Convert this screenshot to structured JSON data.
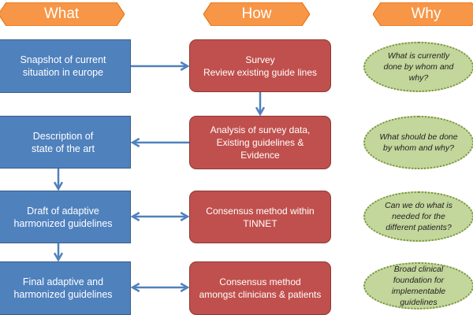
{
  "headers": {
    "what": "What",
    "how": "How",
    "why": "Why"
  },
  "colors": {
    "header_orange": "#f79646",
    "what_blue": "#4f81bd",
    "how_red": "#c0504d",
    "why_green": "#c3d69b",
    "arrow_blue": "#4f81bd"
  },
  "what_boxes": [
    {
      "label": "Snapshot of current situation in europe"
    },
    {
      "label": "Description of state of the art"
    },
    {
      "label": "Draft of adaptive harmonized guidelines"
    },
    {
      "label": "Final adaptive and harmonized guidelines"
    }
  ],
  "how_boxes": [
    {
      "label": "Survey\nReview existing guide lines"
    },
    {
      "label": "Analysis of survey data,\nExisting guidelines &\nEvidence"
    },
    {
      "label": "Consensus method within\nTINNET"
    },
    {
      "label": "Consensus  method\namongst clinicians & patients"
    }
  ],
  "why_bubbles": [
    {
      "label": "What is currently done by whom and why?"
    },
    {
      "label": "What should be done by whom and why?"
    },
    {
      "label": "Can we do what is needed for the different patients?"
    },
    {
      "label": "Broad clinical foundation for implementable guidelines"
    }
  ]
}
